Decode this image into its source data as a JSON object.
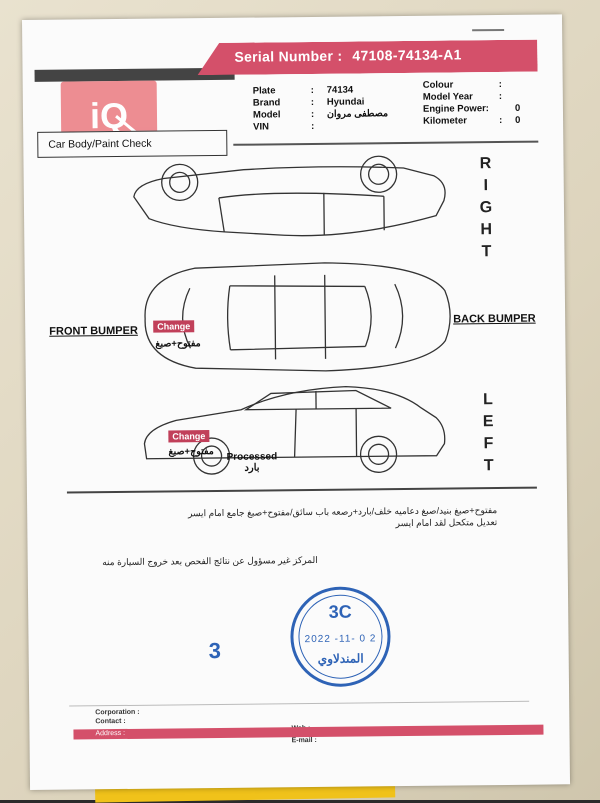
{
  "header": {
    "serial_label": "Serial Number :",
    "serial_value": "47108-74134-A1",
    "logo": "iQ",
    "section_title": "Car Body/Paint Check"
  },
  "vehicle": {
    "left_fields": [
      {
        "label": "Plate",
        "sep": ":",
        "value": "74134"
      },
      {
        "label": "Brand",
        "sep": ":",
        "value": "Hyundai"
      },
      {
        "label": "Model",
        "sep": ":",
        "value": "مصطفى مروان"
      },
      {
        "label": "VIN",
        "sep": ":",
        "value": ""
      }
    ],
    "right_fields": [
      {
        "label": "Colour",
        "sep": ":",
        "value": ""
      },
      {
        "label": "Model Year",
        "sep": ":",
        "value": ""
      },
      {
        "label": "Engine Power:",
        "sep": "",
        "value": "0"
      },
      {
        "label": "Kilometer",
        "sep": ":",
        "value": "0"
      }
    ]
  },
  "diagram": {
    "right_letters": [
      "R",
      "I",
      "G",
      "H",
      "T"
    ],
    "left_letters": [
      "L",
      "E",
      "F",
      "T"
    ],
    "front_bumper": "FRONT BUMPER",
    "back_bumper": "BACK BUMPER",
    "top_change": "Change",
    "top_note": "مفتوح+صبغ",
    "left_change": "Change",
    "left_note": "مفتوح+صبغ",
    "processed_en": "Processed",
    "processed_ar": "بارد"
  },
  "notes": {
    "line1": "مفتوح+صبغ بنيد/صبغ دعاميه خلف/بارد+رصعه باب سائق/مفتوح+صبغ جامع امام ايسر",
    "line2": "تعديل متكحل لقد امام ايسر",
    "disclaimer": "المركز غير مسؤول عن نتائج الفحص بعد خروج السيارة منه"
  },
  "stamp": {
    "code": "3C",
    "date": "2022 -11- 0 2",
    "name": "المندلاوي",
    "handwritten_number": "3"
  },
  "footer": {
    "corporation": "Corporation",
    "contact": "Contact",
    "web": "Web",
    "email": "E-mail",
    "address": "Address",
    "sep": ":"
  },
  "colors": {
    "brand_red": "#d4506a",
    "stamp_blue": "#2e63b6",
    "change_tag": "#c1405a"
  }
}
